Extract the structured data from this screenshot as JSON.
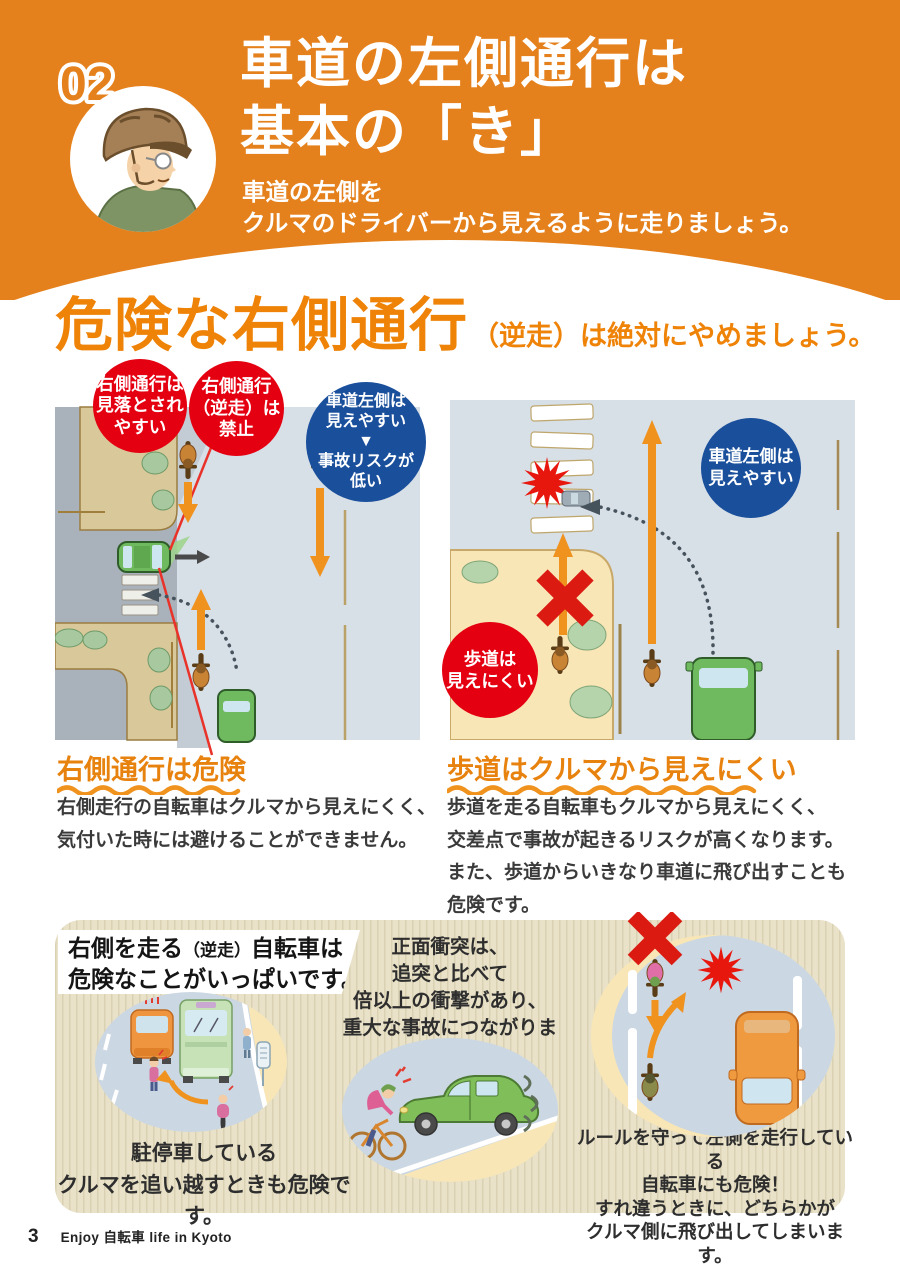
{
  "header": {
    "lesson_number": "02",
    "title_lines": [
      "車道の左側通行は",
      "基本の「き」"
    ],
    "subtitle_lines": [
      "車道の左側を",
      "クルマのドライバーから見えるように走りましょう。"
    ]
  },
  "lead_heading": {
    "main": "危険な右側通行",
    "sub": "（逆走）は絶対にやめましょう。"
  },
  "left_column": {
    "badges": {
      "overlooked": [
        "右側通行は",
        "見落とされ",
        "やすい"
      ],
      "prohibited": [
        "右側通行",
        "（逆走）は",
        "禁止"
      ],
      "visible": [
        "車道左側は",
        "見えやすい",
        "▼",
        "事故リスクが",
        "低い"
      ]
    },
    "heading": "右側通行は危険",
    "body_lines": [
      "右側走行の自転車はクルマから見えにくく、",
      "気付いた時には避けることができません。"
    ]
  },
  "right_column": {
    "badges": {
      "visible": [
        "車道左側は",
        "見えやすい"
      ],
      "sidewalk": [
        "歩道は",
        "見えにくい"
      ]
    },
    "heading": "歩道はクルマから見えにくい",
    "body_lines": [
      "歩道を走る自転車もクルマから見えにくく、",
      "交差点で事故が起きるリスクが高くなります。",
      "また、歩道からいきなり車道に飛び出すことも",
      "危険です。"
    ]
  },
  "bottom_panel": {
    "label": {
      "prefix": "右側を走る",
      "small": "（逆走）",
      "suffix": "自転車は",
      "line2": "危険なことがいっぱいです。"
    },
    "center_lines": [
      "正面衝突は、",
      "追突と比べて",
      "倍以上の衝撃があり、",
      "重大な事故につながります。"
    ],
    "left_caption_lines": [
      "駐停車している",
      "クルマを追い越すときも危険です。"
    ],
    "right_caption_lines": [
      "ルールを守って左側を走行している",
      "自転車にも危険！",
      "すれ違うときに、どちらかが",
      "クルマ側に飛び出してしまいます。"
    ]
  },
  "footer": {
    "page_number": "3",
    "text": "Enjoy 自転車 life in Kyoto"
  },
  "colors": {
    "header_orange": "#E5811C",
    "heading_orange": "#EE8308",
    "badge_red": "#E50011",
    "badge_blue": "#1A4F9C",
    "arrow_orange": "#F0921E",
    "warning_red": "#DB1A12",
    "panel_beige": "#E9E2C8",
    "illustration_blue_gray": "#CBD7E2",
    "road_light": "#D7DFE7",
    "road_gray": "#A9B2BA",
    "sidewalk_yellow": "#F8E6B6",
    "car_green": "#6FB95F"
  }
}
